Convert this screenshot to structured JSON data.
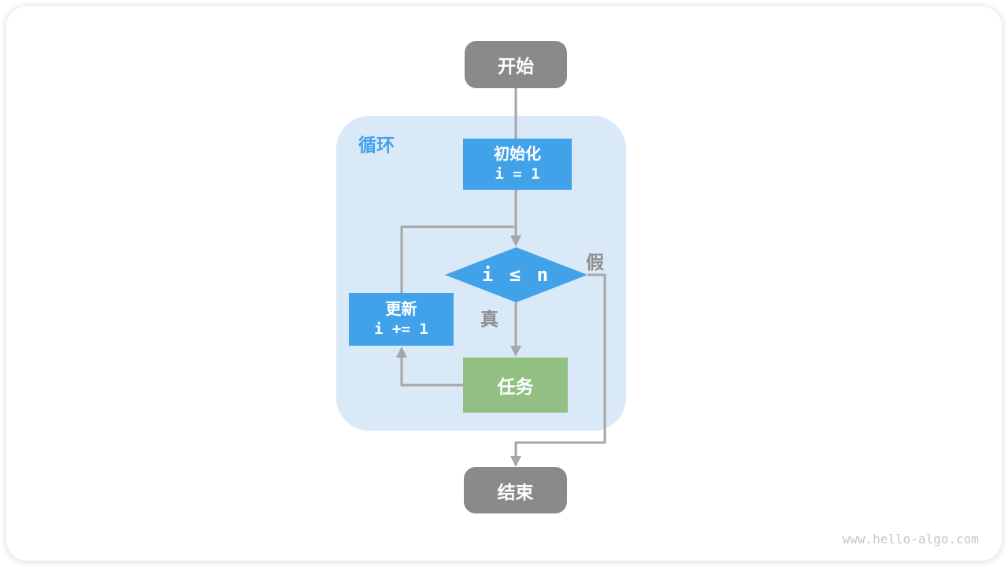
{
  "theme": {
    "node-blue": "#42A2E9",
    "node-green": "#92C083",
    "node-gray": "#8A8A8A",
    "loop-bg": "#D9E9F8",
    "line-gray": "#A6A6A6",
    "label-gray": "#8E8E8E",
    "watermark-gray": "#C6C6C6"
  },
  "diagram": {
    "loop_label": "循环",
    "nodes": {
      "start": {
        "label": "开始"
      },
      "init": {
        "title": "初始化",
        "code": "i = 1"
      },
      "condition": {
        "label": "i ≤ n"
      },
      "update": {
        "title": "更新",
        "code": "i += 1"
      },
      "task": {
        "label": "任务"
      },
      "end": {
        "label": "结束"
      }
    },
    "edge_labels": {
      "true_branch": "真",
      "false_branch": "假"
    }
  },
  "footer": {
    "watermark": "www.hello-algo.com"
  }
}
